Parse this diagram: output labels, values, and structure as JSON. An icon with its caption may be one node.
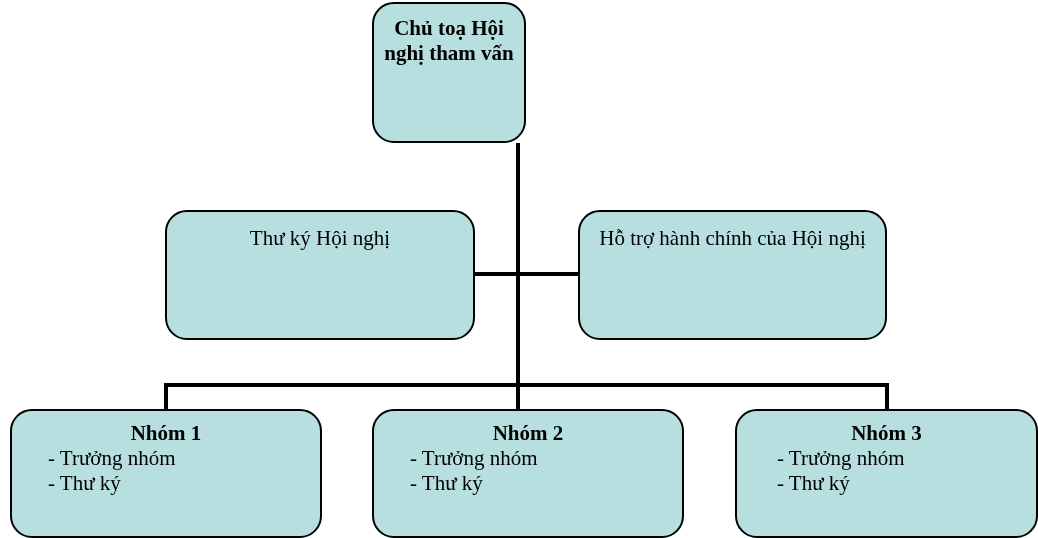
{
  "diagram": {
    "nodes": [
      {
        "text": [
          "Chủ toạ Hội nghị tham vấn"
        ]
      },
      {
        "text": [
          "Thư ký Hội nghị"
        ]
      },
      {
        "text": [
          "Hỗ trợ hành chính của Hội nghị"
        ]
      },
      {
        "text": [
          "Nhóm 1",
          "- Trưởng nhóm",
          "- Thư ký"
        ]
      },
      {
        "text": [
          "Nhóm 2",
          "- Trưởng nhóm",
          "- Thư ký"
        ]
      },
      {
        "text": [
          "Nhóm 3",
          "- Trưởng nhóm",
          "- Thư ký"
        ]
      }
    ],
    "edges": [
      {
        "from": 0,
        "to": 1,
        "arrow": "none"
      },
      {
        "from": 0,
        "to": 2,
        "arrow": "none"
      },
      {
        "from": 0,
        "to": 3,
        "arrow": "none"
      },
      {
        "from": 0,
        "to": 4,
        "arrow": "none"
      },
      {
        "from": 0,
        "to": 5,
        "arrow": "none"
      }
    ]
  }
}
